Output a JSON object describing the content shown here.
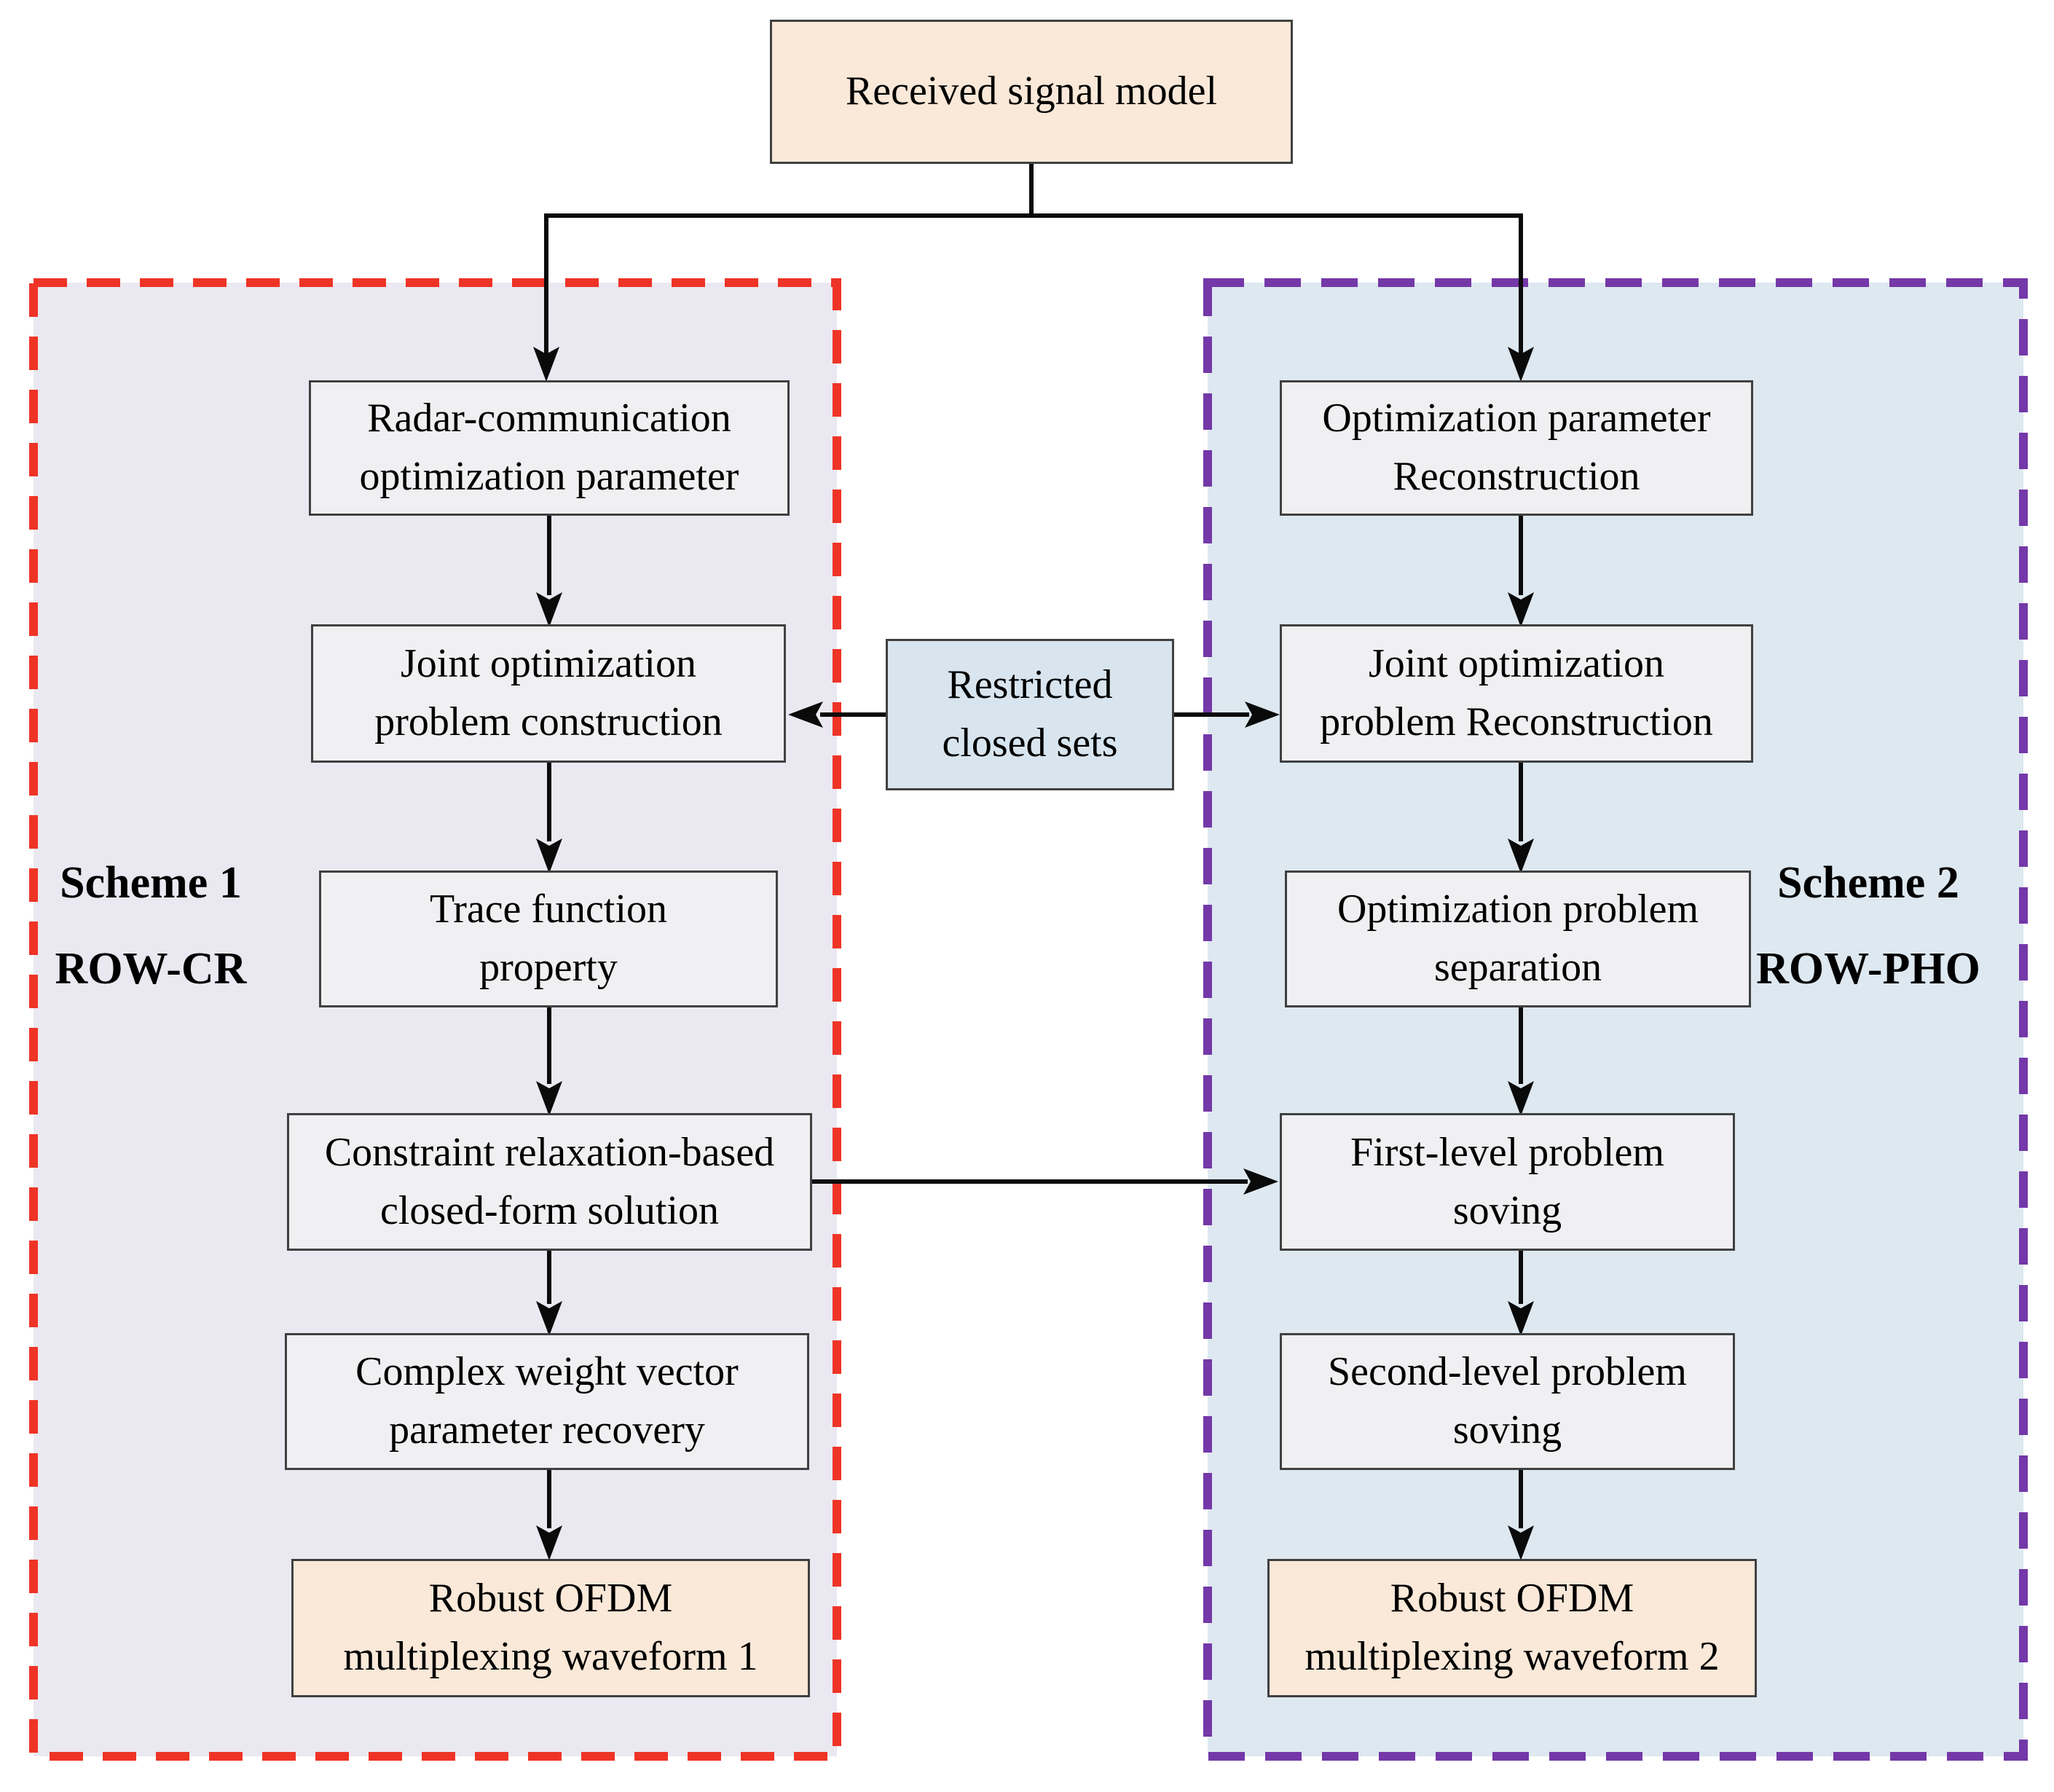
{
  "title_node": {
    "label": "Received signal model"
  },
  "junction_node": {
    "label": "Restricted\nclosed sets"
  },
  "scheme1": {
    "title": "Scheme 1",
    "subtitle": "ROW-CR",
    "steps": [
      {
        "label": "Radar-communication\noptimization parameter"
      },
      {
        "label": "Joint optimization\nproblem construction"
      },
      {
        "label": "Trace function\nproperty"
      },
      {
        "label": "Constraint relaxation-based\nclosed-form solution"
      },
      {
        "label": "Complex weight vector\nparameter recovery"
      },
      {
        "label": "Robust OFDM\nmultiplexing waveform 1"
      }
    ]
  },
  "scheme2": {
    "title": "Scheme 2",
    "subtitle": "ROW-PHO",
    "steps": [
      {
        "label": "Optimization parameter\nReconstruction"
      },
      {
        "label": "Joint optimization\nproblem Reconstruction"
      },
      {
        "label": "Optimization problem\nseparation"
      },
      {
        "label": "First-level problem\nsoving"
      },
      {
        "label": "Second-level problem\nsoving"
      },
      {
        "label": "Robust OFDM\nmultiplexing waveform 2"
      }
    ]
  },
  "colors": {
    "scheme1_border": "#ee3426",
    "scheme1_background": "#eae8f0",
    "scheme2_border": "#7438a8",
    "scheme2_background": "#dde8f0",
    "junction_background": "#d8e5ef",
    "process_background": "#f0eff1",
    "terminal_background": "#fae8d8",
    "connector": "#0a0a0a"
  }
}
